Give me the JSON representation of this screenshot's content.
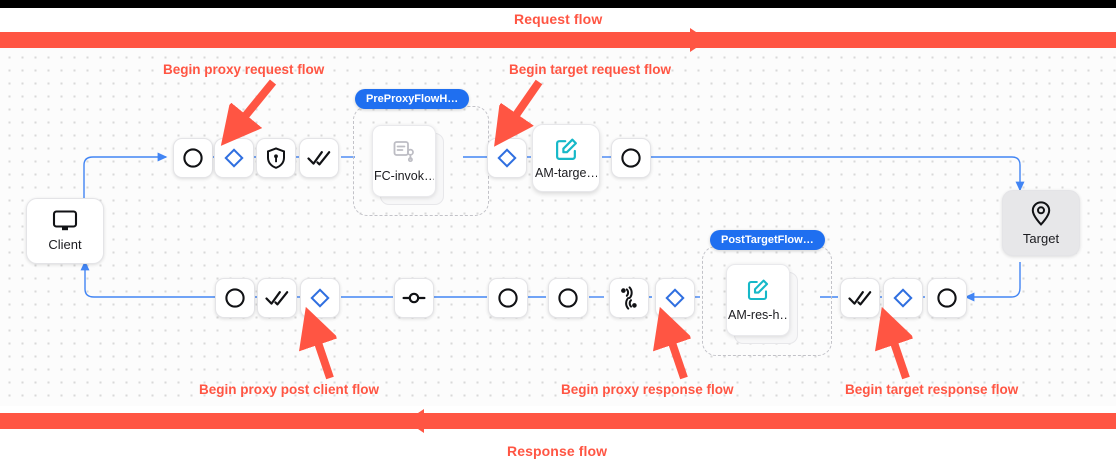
{
  "bands": {
    "request": {
      "label": "Request flow",
      "color": "#ff5543",
      "direction": "right"
    },
    "response": {
      "label": "Response flow",
      "color": "#ff5543",
      "direction": "left"
    }
  },
  "annotations": [
    {
      "id": "begin-proxy-request-flow",
      "label": "Begin proxy request flow"
    },
    {
      "id": "begin-target-request-flow",
      "label": "Begin target request flow"
    },
    {
      "id": "begin-proxy-post-client-flow",
      "label": "Begin proxy post client flow"
    },
    {
      "id": "begin-proxy-response-flow",
      "label": "Begin proxy response flow"
    },
    {
      "id": "begin-target-response-flow",
      "label": "Begin target response flow"
    }
  ],
  "endpoints": {
    "client": {
      "label": "Client",
      "icon": "monitor-icon"
    },
    "target": {
      "label": "Target",
      "icon": "map-pin-icon"
    }
  },
  "groups": [
    {
      "id": "pre-proxy-flow-hook",
      "pill": "PreProxyFlowH…",
      "card": "FC-invok…",
      "card_icon": "script-invoke-icon"
    },
    {
      "id": "post-target-flow-hook",
      "pill": "PostTargetFlow…",
      "card": "AM-res-h…",
      "card_icon": "edit-square-icon"
    }
  ],
  "request_row": [
    {
      "id": "req-start",
      "icon": "circle-icon"
    },
    {
      "id": "req-proxy-flow-start",
      "icon": "diamond-icon"
    },
    {
      "id": "req-security",
      "icon": "shield-lock-icon"
    },
    {
      "id": "req-verify",
      "icon": "double-check-icon"
    },
    {
      "id": "req-target-flow-start",
      "icon": "diamond-icon"
    },
    {
      "id": "req-am-target",
      "icon": "edit-square-icon",
      "label": "AM-targe…"
    },
    {
      "id": "req-end",
      "icon": "circle-icon"
    }
  ],
  "response_row": [
    {
      "id": "res-client-start",
      "icon": "circle-icon"
    },
    {
      "id": "res-verify",
      "icon": "double-check-icon"
    },
    {
      "id": "res-post-client-flow",
      "icon": "diamond-icon"
    },
    {
      "id": "res-route",
      "icon": "circle-line-icon"
    },
    {
      "id": "res-step-1",
      "icon": "circle-icon"
    },
    {
      "id": "res-step-2",
      "icon": "circle-icon"
    },
    {
      "id": "res-broadcast",
      "icon": "signal-icon"
    },
    {
      "id": "res-proxy-response-flow",
      "icon": "diamond-icon"
    },
    {
      "id": "res-target-verify",
      "icon": "double-check-icon"
    },
    {
      "id": "res-target-response-flow",
      "icon": "diamond-icon"
    },
    {
      "id": "res-target-end",
      "icon": "circle-icon"
    }
  ],
  "colors": {
    "flow_red": "#ff5543",
    "wire_blue": "#4285f4",
    "pill_blue": "#1f6ff0",
    "accent_cyan": "#16b8c8",
    "node_icon_dark": "#111215",
    "diamond_blue": "#2f6fe0",
    "target_bg": "#e7e7e9"
  }
}
